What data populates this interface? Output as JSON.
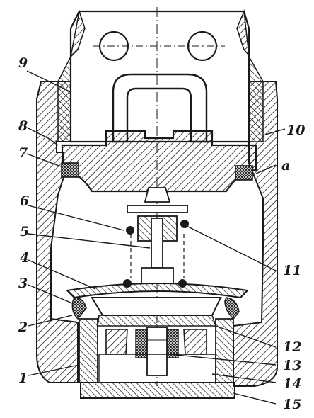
{
  "diagram": {
    "labels": [
      {
        "id": "1",
        "text": "1"
      },
      {
        "id": "2",
        "text": "2"
      },
      {
        "id": "3",
        "text": "3"
      },
      {
        "id": "4",
        "text": "4"
      },
      {
        "id": "5",
        "text": "5"
      },
      {
        "id": "6",
        "text": "6"
      },
      {
        "id": "7",
        "text": "7"
      },
      {
        "id": "8",
        "text": "8"
      },
      {
        "id": "9",
        "text": "9"
      },
      {
        "id": "10",
        "text": "10"
      },
      {
        "id": "11",
        "text": "11"
      },
      {
        "id": "12",
        "text": "12"
      },
      {
        "id": "13",
        "text": "13"
      },
      {
        "id": "14",
        "text": "14"
      },
      {
        "id": "15",
        "text": "15"
      },
      {
        "id": "a",
        "text": "a"
      }
    ]
  }
}
